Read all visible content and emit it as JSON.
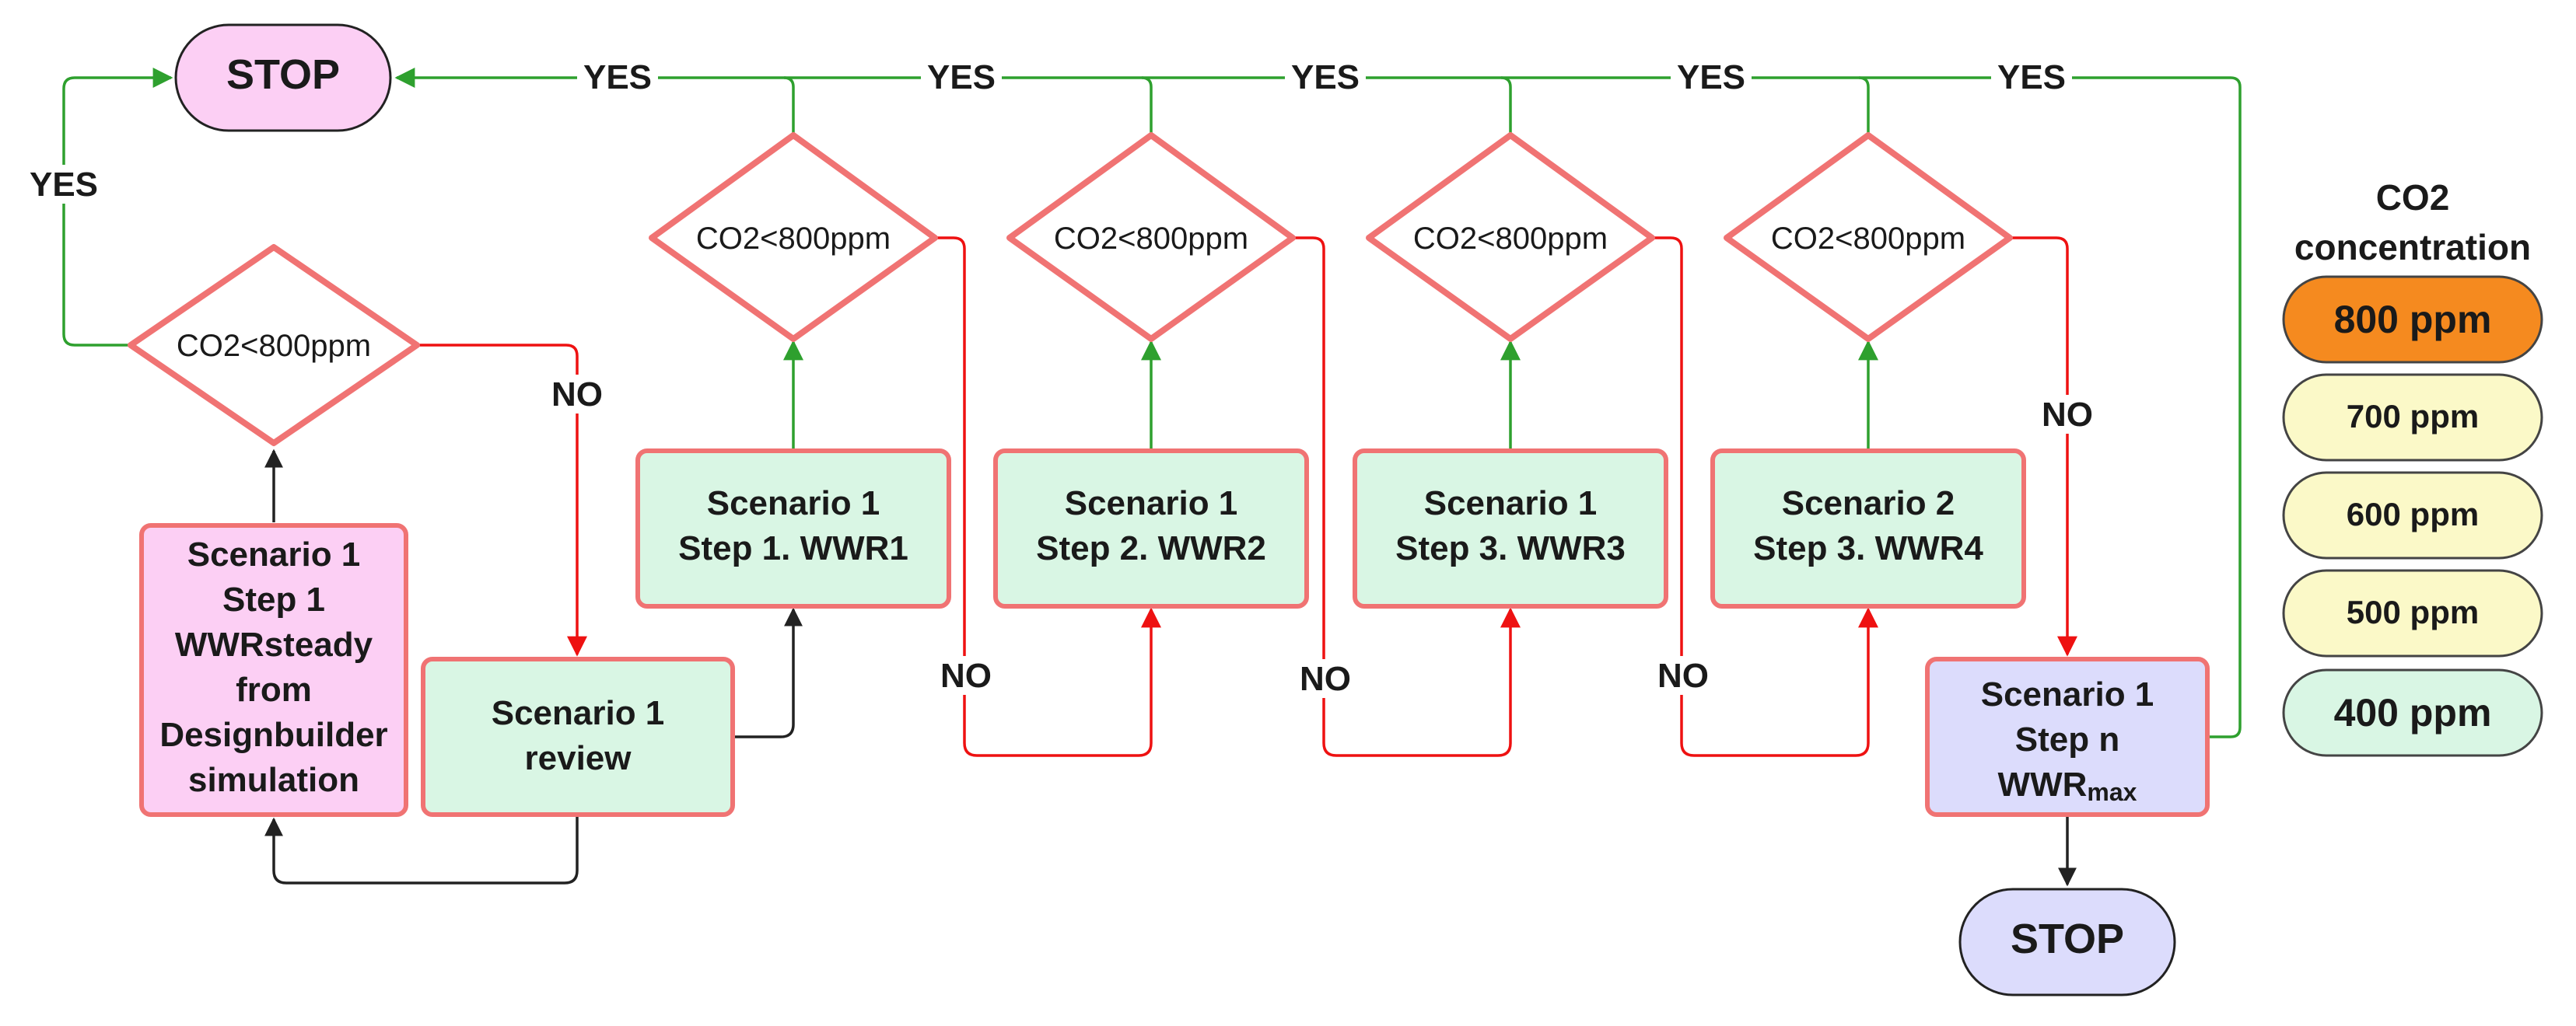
{
  "nodes": {
    "stop_top": "STOP",
    "stop_bottom": "STOP",
    "decision_label": "CO2<800ppm",
    "box_initial": [
      "Scenario 1",
      "Step 1",
      "WWRsteady",
      "from",
      "Designbuilder",
      "simulation"
    ],
    "box_review": [
      "Scenario 1",
      "review"
    ],
    "box_wwr1": [
      "Scenario 1",
      "Step 1. WWR1"
    ],
    "box_wwr2": [
      "Scenario 1",
      "Step 2. WWR2"
    ],
    "box_wwr3": [
      "Scenario 1",
      "Step 3. WWR3"
    ],
    "box_wwr4": [
      "Scenario 2",
      "Step 3. WWR4"
    ],
    "box_max": {
      "line1": "Scenario 1",
      "line2": "Step n",
      "line3_main": "WWR",
      "line3_sub": "max"
    }
  },
  "edge_labels": {
    "yes": "YES",
    "no": "NO"
  },
  "legend": {
    "title_line1": "CO2",
    "title_line2": "concentration",
    "items": [
      {
        "label": "800 ppm",
        "color": "#f58a1f"
      },
      {
        "label": "700 ppm",
        "color": "#fbf9c8"
      },
      {
        "label": "600 ppm",
        "color": "#fbf9c8"
      },
      {
        "label": "500 ppm",
        "color": "#fbf9c8"
      },
      {
        "label": "400 ppm",
        "color": "#d9f6e4"
      }
    ]
  },
  "colors": {
    "pink_fill": "#fccff4",
    "green_fill": "#d9f6e4",
    "lavender_fill": "#dcdcfc",
    "border_red": "#f07373",
    "yes_green": "#2ea02e",
    "no_red": "#ee1111",
    "neutral_arrow": "#222222"
  }
}
